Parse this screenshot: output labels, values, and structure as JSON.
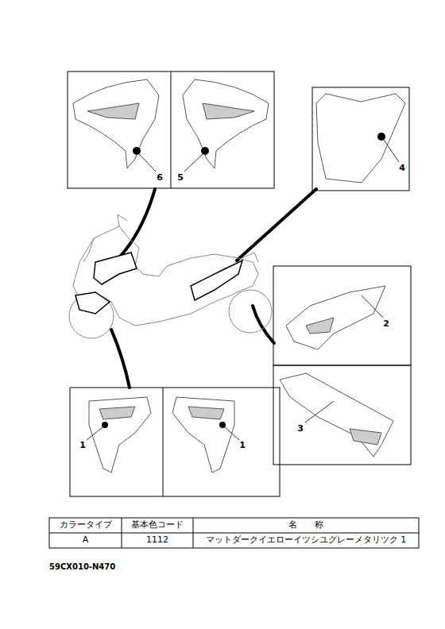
{
  "diagram": {
    "labels": [
      "6",
      "5",
      "4",
      "2",
      "3",
      "1",
      "1",
      "カラータイプ",
      "基本色コード",
      "名　　称",
      "A",
      "1112",
      "マットダークイエローイツシユグレーメタリツク 1",
      "59CX010-N470"
    ]
  }
}
